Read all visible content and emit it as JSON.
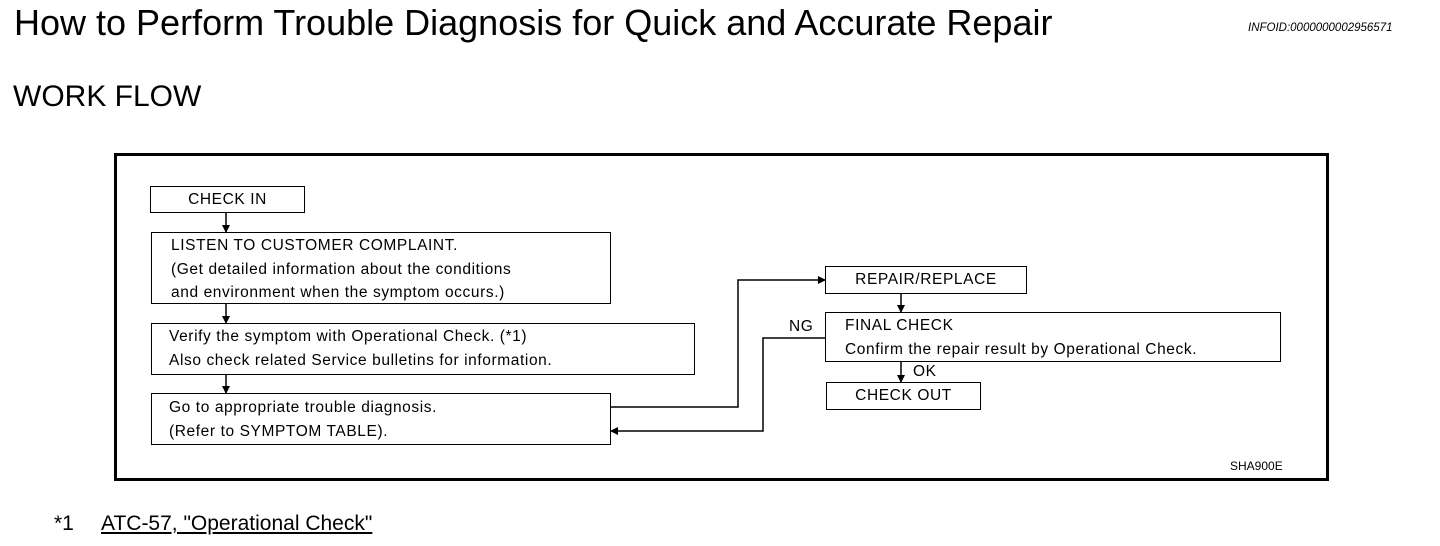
{
  "header": {
    "title": "How to Perform Trouble Diagnosis for Quick and Accurate Repair",
    "info_id": "INFOID:0000000002956571"
  },
  "section_title": "WORK FLOW",
  "flowchart": {
    "check_in": "CHECK IN",
    "listen": {
      "line1": "LISTEN TO CUSTOMER COMPLAINT.",
      "line2": "(Get detailed information about the conditions",
      "line3": "and environment when the symptom occurs.)"
    },
    "verify": {
      "line1": "Verify the symptom with Operational Check. (*1)",
      "line2": "Also check related Service bulletins for information."
    },
    "goto": {
      "line1": "Go to appropriate trouble diagnosis.",
      "line2": "(Refer to SYMPTOM TABLE)."
    },
    "repair_replace": "REPAIR/REPLACE",
    "final_check": {
      "line1": "FINAL CHECK",
      "line2": "Confirm the repair result by Operational Check."
    },
    "check_out": "CHECK OUT",
    "ng_label": "NG",
    "ok_label": "OK",
    "figure_code": "SHA900E"
  },
  "footnote": {
    "marker": "*1",
    "link_text": "ATC-57, \"Operational Check\""
  }
}
